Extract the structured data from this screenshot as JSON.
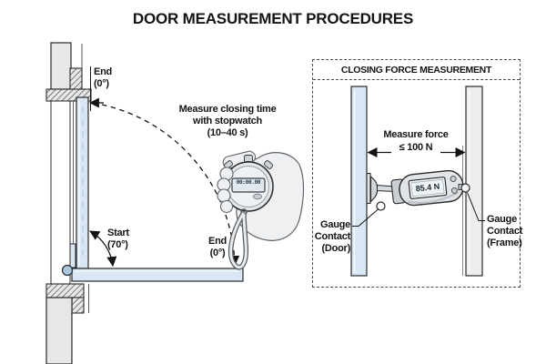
{
  "title": "DOOR MEASUREMENT PROCEDURES",
  "closing_time": {
    "end_top": {
      "line1": "End",
      "line2": "(0°)"
    },
    "start": {
      "line1": "Start",
      "line2": "(70°)"
    },
    "end_bottom": {
      "line1": "End",
      "line2": "(0°)"
    },
    "instruction": {
      "line1": "Measure closing time",
      "line2": "with stopwatch",
      "line3": "(10–40 s)"
    },
    "stopwatch_display": "00:00.00"
  },
  "closing_force": {
    "panel_title": "CLOSING FORCE MEASUREMENT",
    "measure_force": {
      "line1": "Measure force",
      "line2": "≤ 100 N"
    },
    "gauge_reading": "85.4 N",
    "gauge_contact_door": {
      "line1": "Gauge",
      "line2": "Contact",
      "line3": "(Door)"
    },
    "gauge_contact_frame": {
      "line1": "Gauge",
      "line2": "Contact",
      "line3": "(Frame)"
    }
  },
  "colors": {
    "ink": "#1a1a1a",
    "door_fill": "#d9e6f3",
    "frame_fill": "#ededee",
    "wall_fill": "#e6e7e9",
    "hatch_line": "#4c4c4c",
    "gauge_body": "#e1e5e8",
    "display_screen": "#edf3f6",
    "hinge_fill": "#abc7df"
  }
}
